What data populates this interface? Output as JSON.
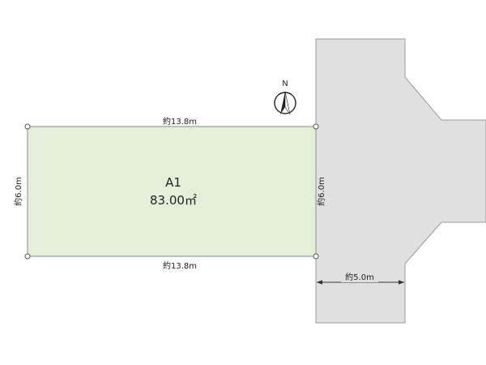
{
  "plot": {
    "id": "A1",
    "area": "83.00㎡",
    "fill_color": "#e3efd9",
    "border_color": "#8a8a8a"
  },
  "road": {
    "fill_color": "#e0e0e0",
    "border_color": "#9a9a9a"
  },
  "compass": {
    "letter": "N",
    "icon": "north-arrow-icon"
  },
  "dimensions": {
    "top": "約13.8m",
    "bottom": "約13.8m",
    "left": "約6.0m",
    "right": "約6.0m",
    "road_width": "約5.0m"
  }
}
